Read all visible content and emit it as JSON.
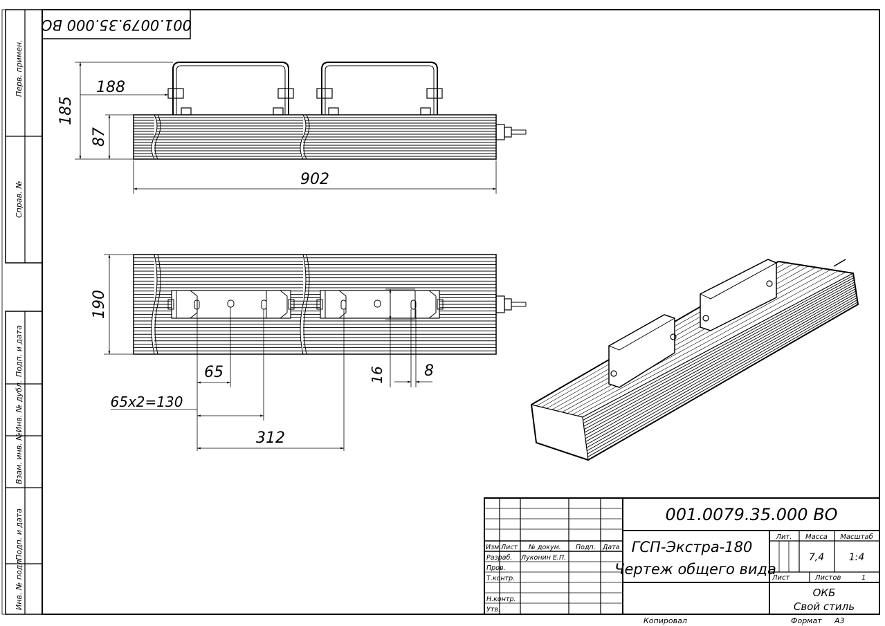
{
  "drawing": {
    "designation": "001.0079.35.000 ВО",
    "designation_rotated": "001.0079.35.000 ВО",
    "title_line1": "ГСП-Экстра-180",
    "title_line2": "Чертеж общего вида",
    "organization_line1": "ОКБ",
    "organization_line2": "Свой стиль",
    "copied_label": "Копировал",
    "format_label": "Формат",
    "format_value": "А3"
  },
  "title_block": {
    "headers": {
      "izm": "Изм.",
      "list": "Лист",
      "doc": "№ докум.",
      "sign": "Подп.",
      "date": "Дата"
    },
    "roles": [
      "Разраб.",
      "Пров.",
      "Т.контр.",
      "",
      "Н.контр.",
      "Утв."
    ],
    "developer_name": "Луконин Е.П.",
    "lit_label": "Лит.",
    "mass_label": "Масса",
    "scale_label": "Масштаб",
    "mass_value": "7,4",
    "scale_value": "1:4",
    "sheet_label": "Лист",
    "sheets_label": "Листов",
    "sheets_value": "1"
  },
  "side_stamp": {
    "perv_primen": "Перв. примен.",
    "sprav_no": "Справ. №",
    "podp_data_1": "Подп. и дата",
    "inv_dubl": "Инв. № дубл.",
    "vzam_inv": "Взам. инв. №",
    "podp_data_2": "Подп. и дата",
    "inv_podl": "Инв. № подл."
  },
  "dimensions": {
    "height_total": "185",
    "bracket_offset": "188",
    "body_height": "87",
    "length": "902",
    "width": "190",
    "hole_pitch": "65",
    "hole_pitch_total": "65x2=130",
    "bracket_spacing": "312",
    "slot_length": "16",
    "slot_width": "8"
  }
}
